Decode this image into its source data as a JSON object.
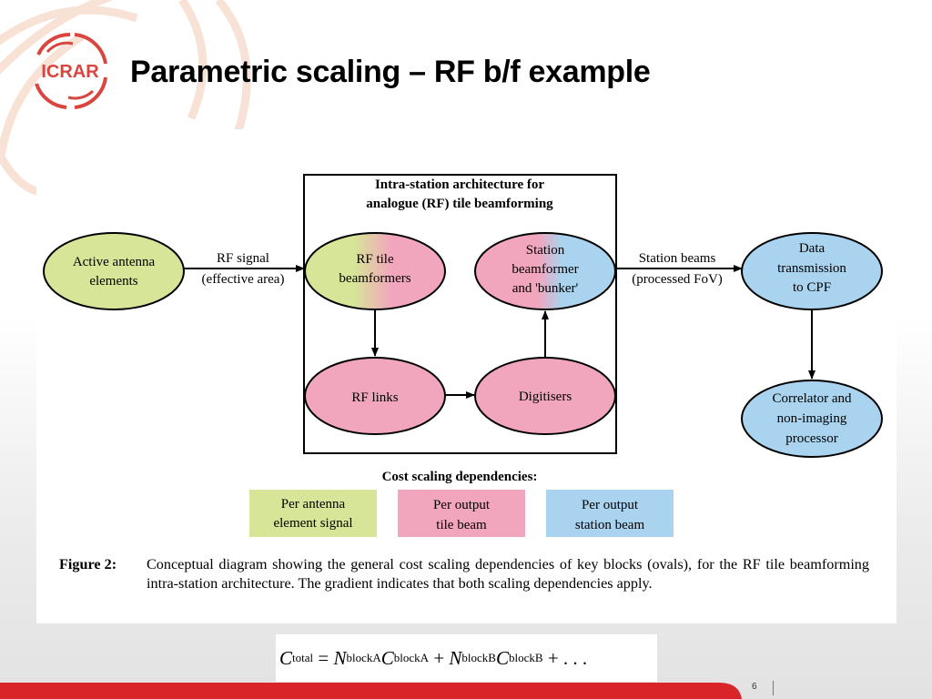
{
  "slide": {
    "title": "Parametric scaling – RF b/f example",
    "logo_text": "ICRAR",
    "slide_number": "6"
  },
  "diagram": {
    "box_title_line1": "Intra-station architecture for",
    "box_title_line2": "analogue (RF) tile beamforming",
    "nodes": {
      "active_antenna": [
        "Active antenna",
        "elements"
      ],
      "rf_tile_beamformers": [
        "RF tile",
        "beamformers"
      ],
      "station_beamformer": [
        "Station",
        "beamformer",
        "and 'bunker'"
      ],
      "data_transmission": [
        "Data",
        "transmission",
        "to CPF"
      ],
      "rf_links": [
        "RF links"
      ],
      "digitisers": [
        "Digitisers"
      ],
      "correlator": [
        "Correlator and",
        "non-imaging",
        "processor"
      ]
    },
    "edge_labels": {
      "rf_signal": [
        "RF signal",
        "(effective area)"
      ],
      "station_beams": [
        "Station beams",
        "(processed FoV)"
      ]
    },
    "legend_title": "Cost scaling dependencies:",
    "legend": [
      {
        "lines": [
          "Per antenna",
          "element signal"
        ],
        "color": "#d6e597"
      },
      {
        "lines": [
          "Per output",
          "tile beam"
        ],
        "color": "#f2a6bd"
      },
      {
        "lines": [
          "Per output",
          "station beam"
        ],
        "color": "#a9d3ee"
      }
    ],
    "colors": {
      "green": "#d6e597",
      "pink": "#f2a6bd",
      "blue": "#a9d3ee"
    },
    "figure_label": "Figure 2:",
    "figure_caption": "Conceptual diagram showing the general cost scaling dependencies of key blocks (ovals), for the RF tile beamforming intra-station architecture.  The gradient indicates that both scaling dependencies apply."
  },
  "formula": {
    "c_total_sub": "total",
    "n_a_sub": "blockA",
    "c_a_sub": "blockA",
    "n_b_sub": "blockB",
    "c_b_sub": "blockB",
    "tail": "+ . . ."
  },
  "colors": {
    "accent_red": "#d9252a",
    "logo_red": "#d8463f"
  }
}
